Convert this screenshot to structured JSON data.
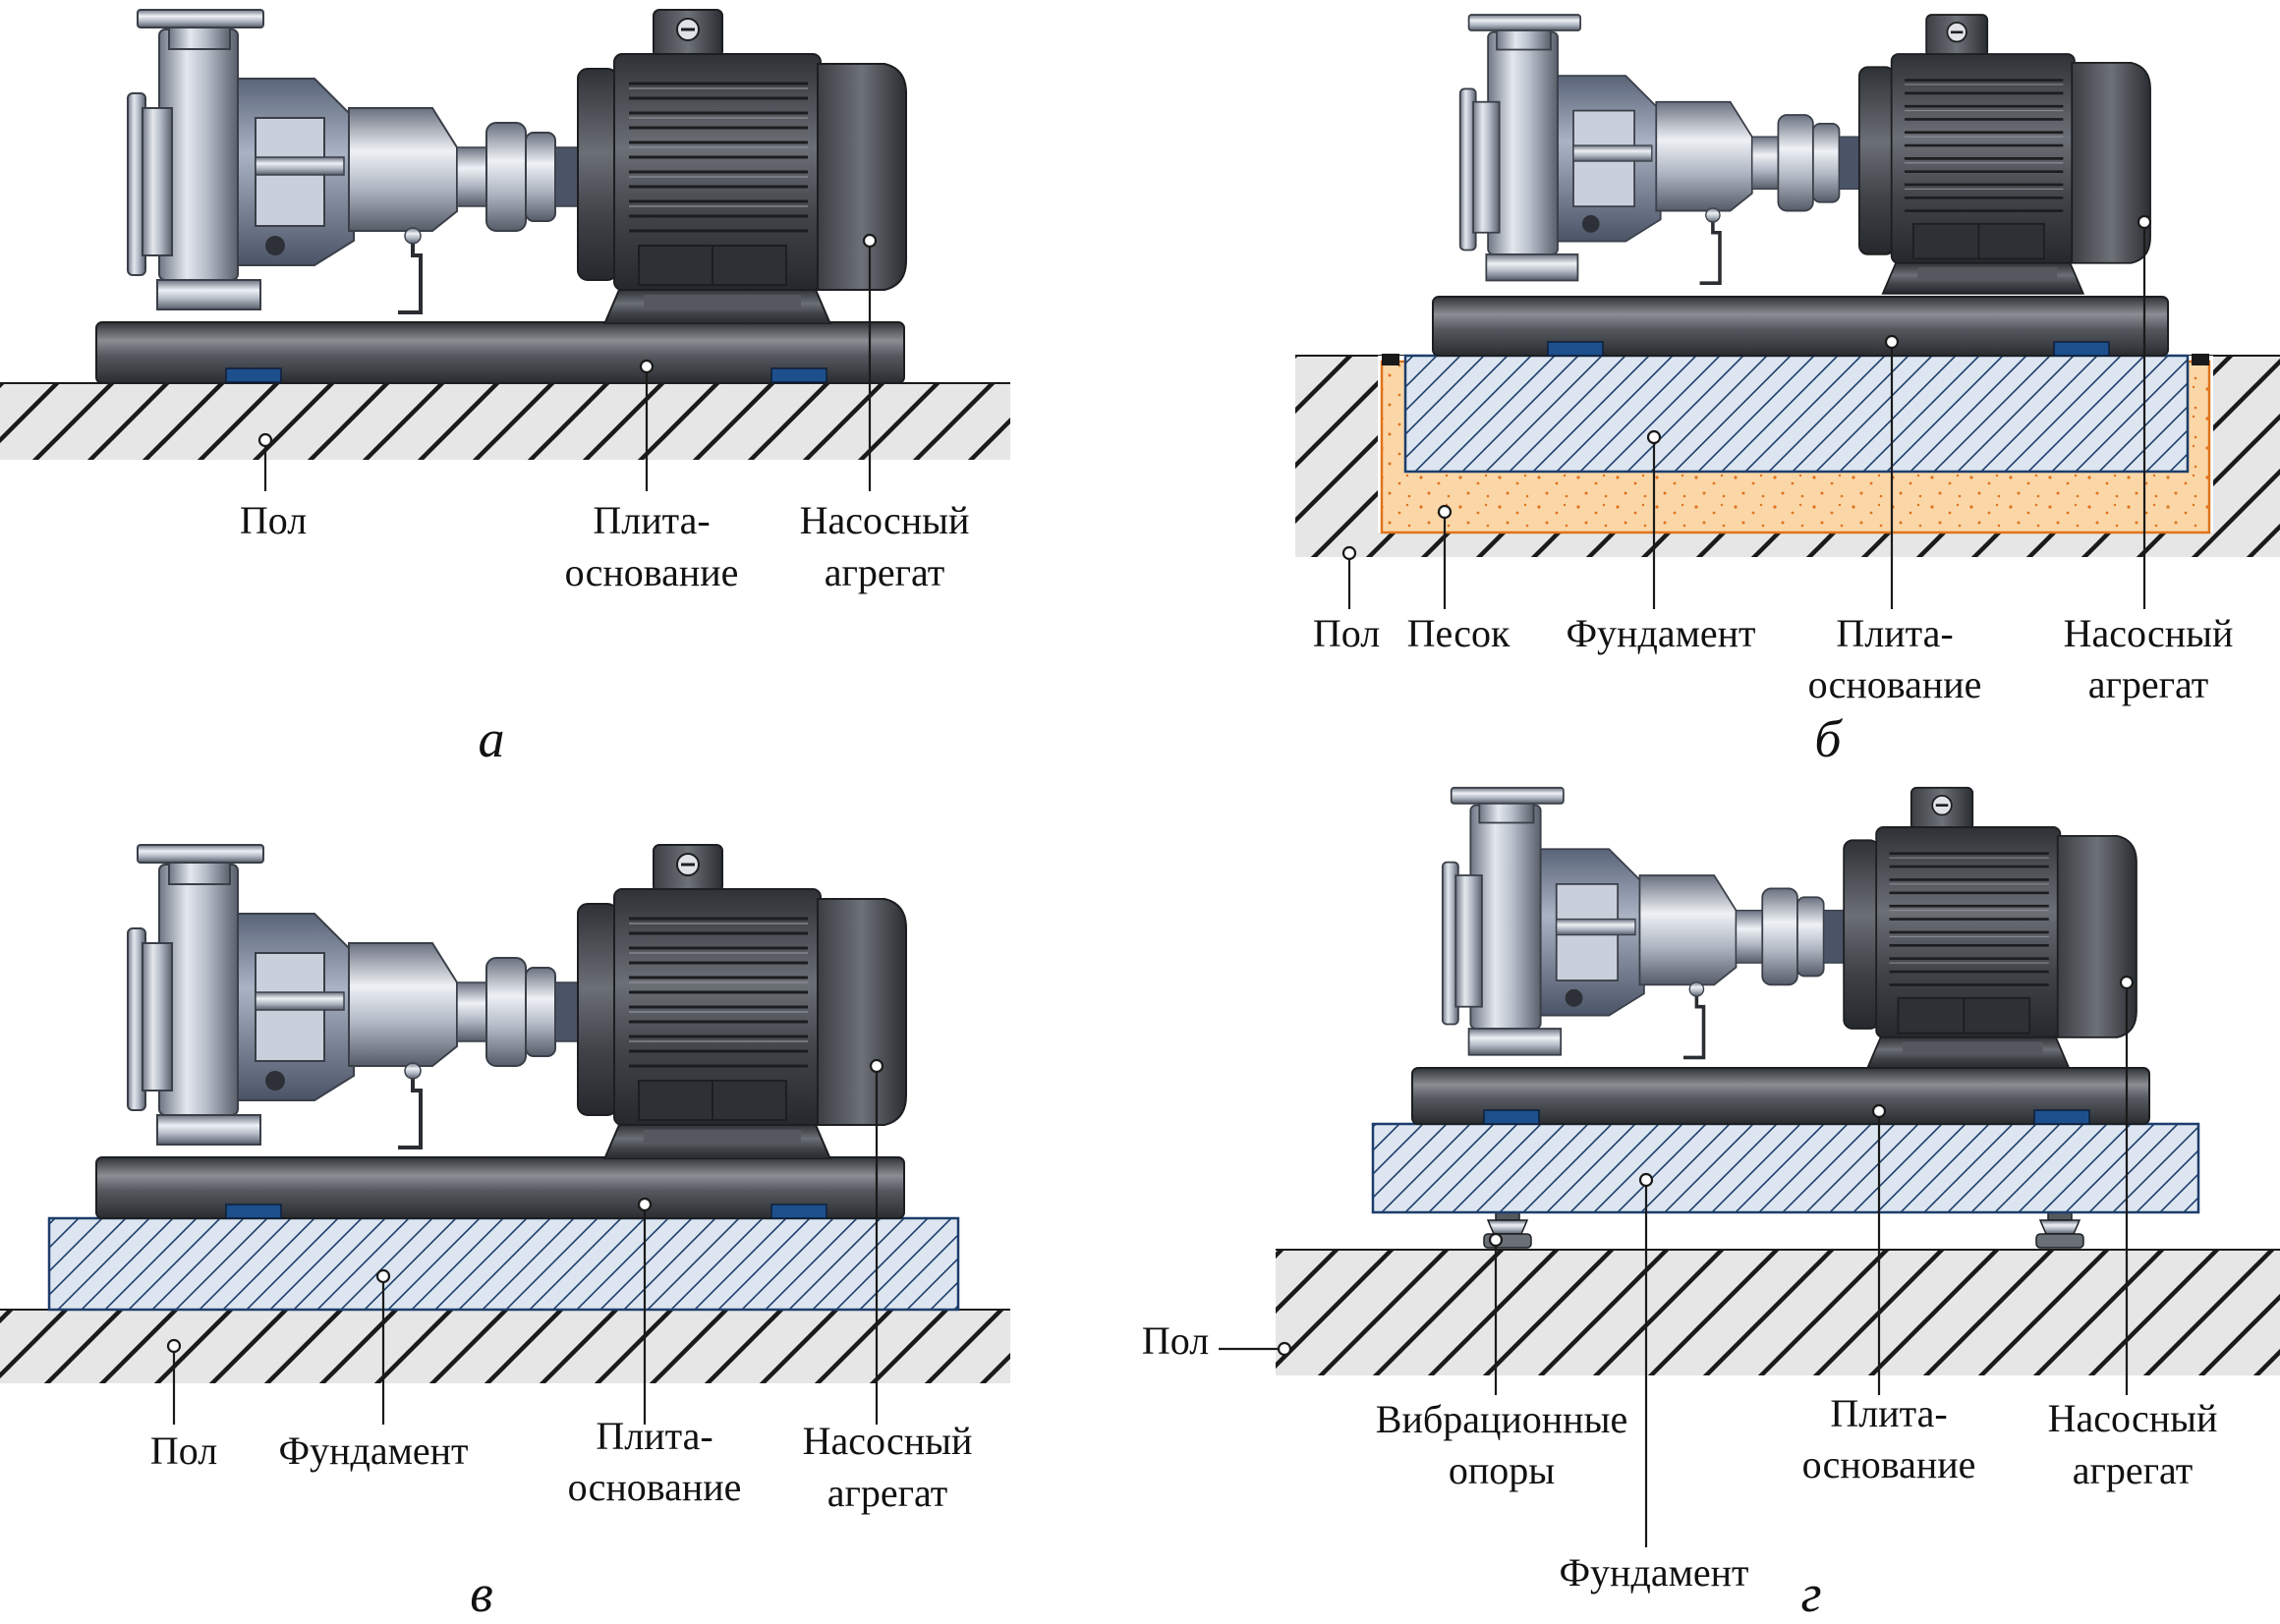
{
  "panels": [
    {
      "letter": "а",
      "labels": {
        "floor": "Пол",
        "baseplate_1": "Плита-",
        "baseplate_2": "основание",
        "pump_1": "Насосный",
        "pump_2": "агрегат"
      }
    },
    {
      "letter": "б",
      "labels": {
        "floor": "Пол",
        "sand": "Песок",
        "foundation": "Фундамент",
        "baseplate_1": "Плита-",
        "baseplate_2": "основание",
        "pump_1": "Насосный",
        "pump_2": "агрегат"
      }
    },
    {
      "letter": "в",
      "labels": {
        "floor": "Пол",
        "foundation": "Фундамент",
        "baseplate_1": "Плита-",
        "baseplate_2": "основание",
        "pump_1": "Насосный",
        "pump_2": "агрегат"
      }
    },
    {
      "letter": "г",
      "labels": {
        "floor": "Пол",
        "vibration_1": "Вибрационные",
        "vibration_2": "опоры",
        "foundation": "Фундамент",
        "baseplate_1": "Плита-",
        "baseplate_2": "основание",
        "pump_1": "Насосный",
        "pump_2": "агрегат"
      }
    }
  ],
  "colors": {
    "floor": "#e6e6e6",
    "hatch": "#1a1a1a",
    "foundation": "#dde6f0",
    "foundation_hatch": "#1d3d6b",
    "sand": "#fbd7a8",
    "sand_dots": "#e0731c",
    "baseplate": "#4a4d52",
    "motor": "#3f4247",
    "pump_metal": "#a9b0bb"
  }
}
